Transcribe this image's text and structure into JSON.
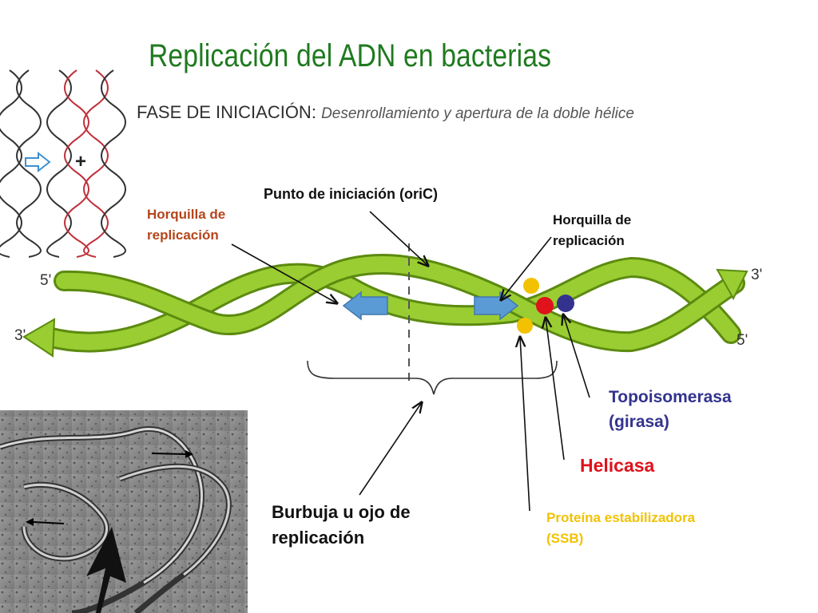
{
  "title": "Replicación del ADN en bacterias",
  "subtitle": {
    "lead": "FASE DE INICIACIÓN:",
    "description": "Desenrollamiento y apertura de la doble hélice"
  },
  "labels": {
    "origin": "Punto de iniciación (oriC)",
    "fork_left": [
      "Horquilla de",
      "replicación"
    ],
    "fork_right": [
      "Horquilla de",
      "replicación"
    ],
    "topoisomerase": [
      "Topoisomerasa",
      "(girasa)"
    ],
    "helicase": "Helicasa",
    "ssb": [
      "Proteína estabilizadora",
      "(SSB)"
    ],
    "bubble": [
      "Burbuja u ojo de",
      "replicación"
    ]
  },
  "strand_ends": {
    "top_left": "5'",
    "bottom_left": "3'",
    "top_right": "3'",
    "bottom_right": "5'"
  },
  "inset_symbol": "+",
  "colors": {
    "title": "#1f7a1f",
    "strand_fill": "#9acd32",
    "strand_edge": "#5c8a10",
    "fork_arrow": "#5b9bd5",
    "topoisomerase": "#33338f",
    "helicase": "#e0121b",
    "ssb": "#f2c200",
    "fork_label": "#b5451b"
  }
}
